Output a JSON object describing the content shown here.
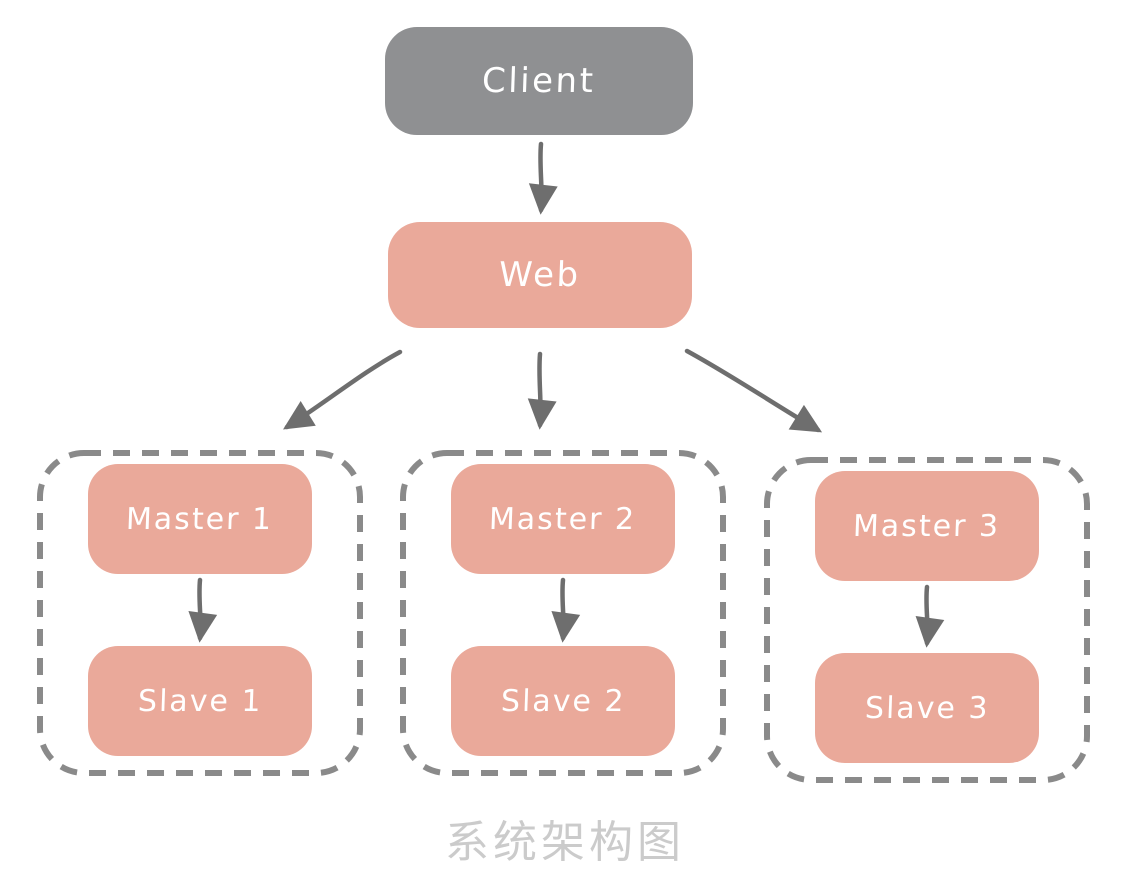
{
  "diagram": {
    "caption": "系统架构图",
    "client": {
      "label": "Client"
    },
    "web": {
      "label": "Web"
    },
    "groups": [
      {
        "master": "Master 1",
        "slave": "Slave 1"
      },
      {
        "master": "Master 2",
        "slave": "Slave 2"
      },
      {
        "master": "Master 3",
        "slave": "Slave 3"
      }
    ],
    "colors": {
      "client_bg": "#8F9092",
      "node_bg": "#EAA99A",
      "arrow": "#6E6E6E",
      "group_border": "#8A8A8A",
      "caption": "#CBCBCB"
    }
  }
}
